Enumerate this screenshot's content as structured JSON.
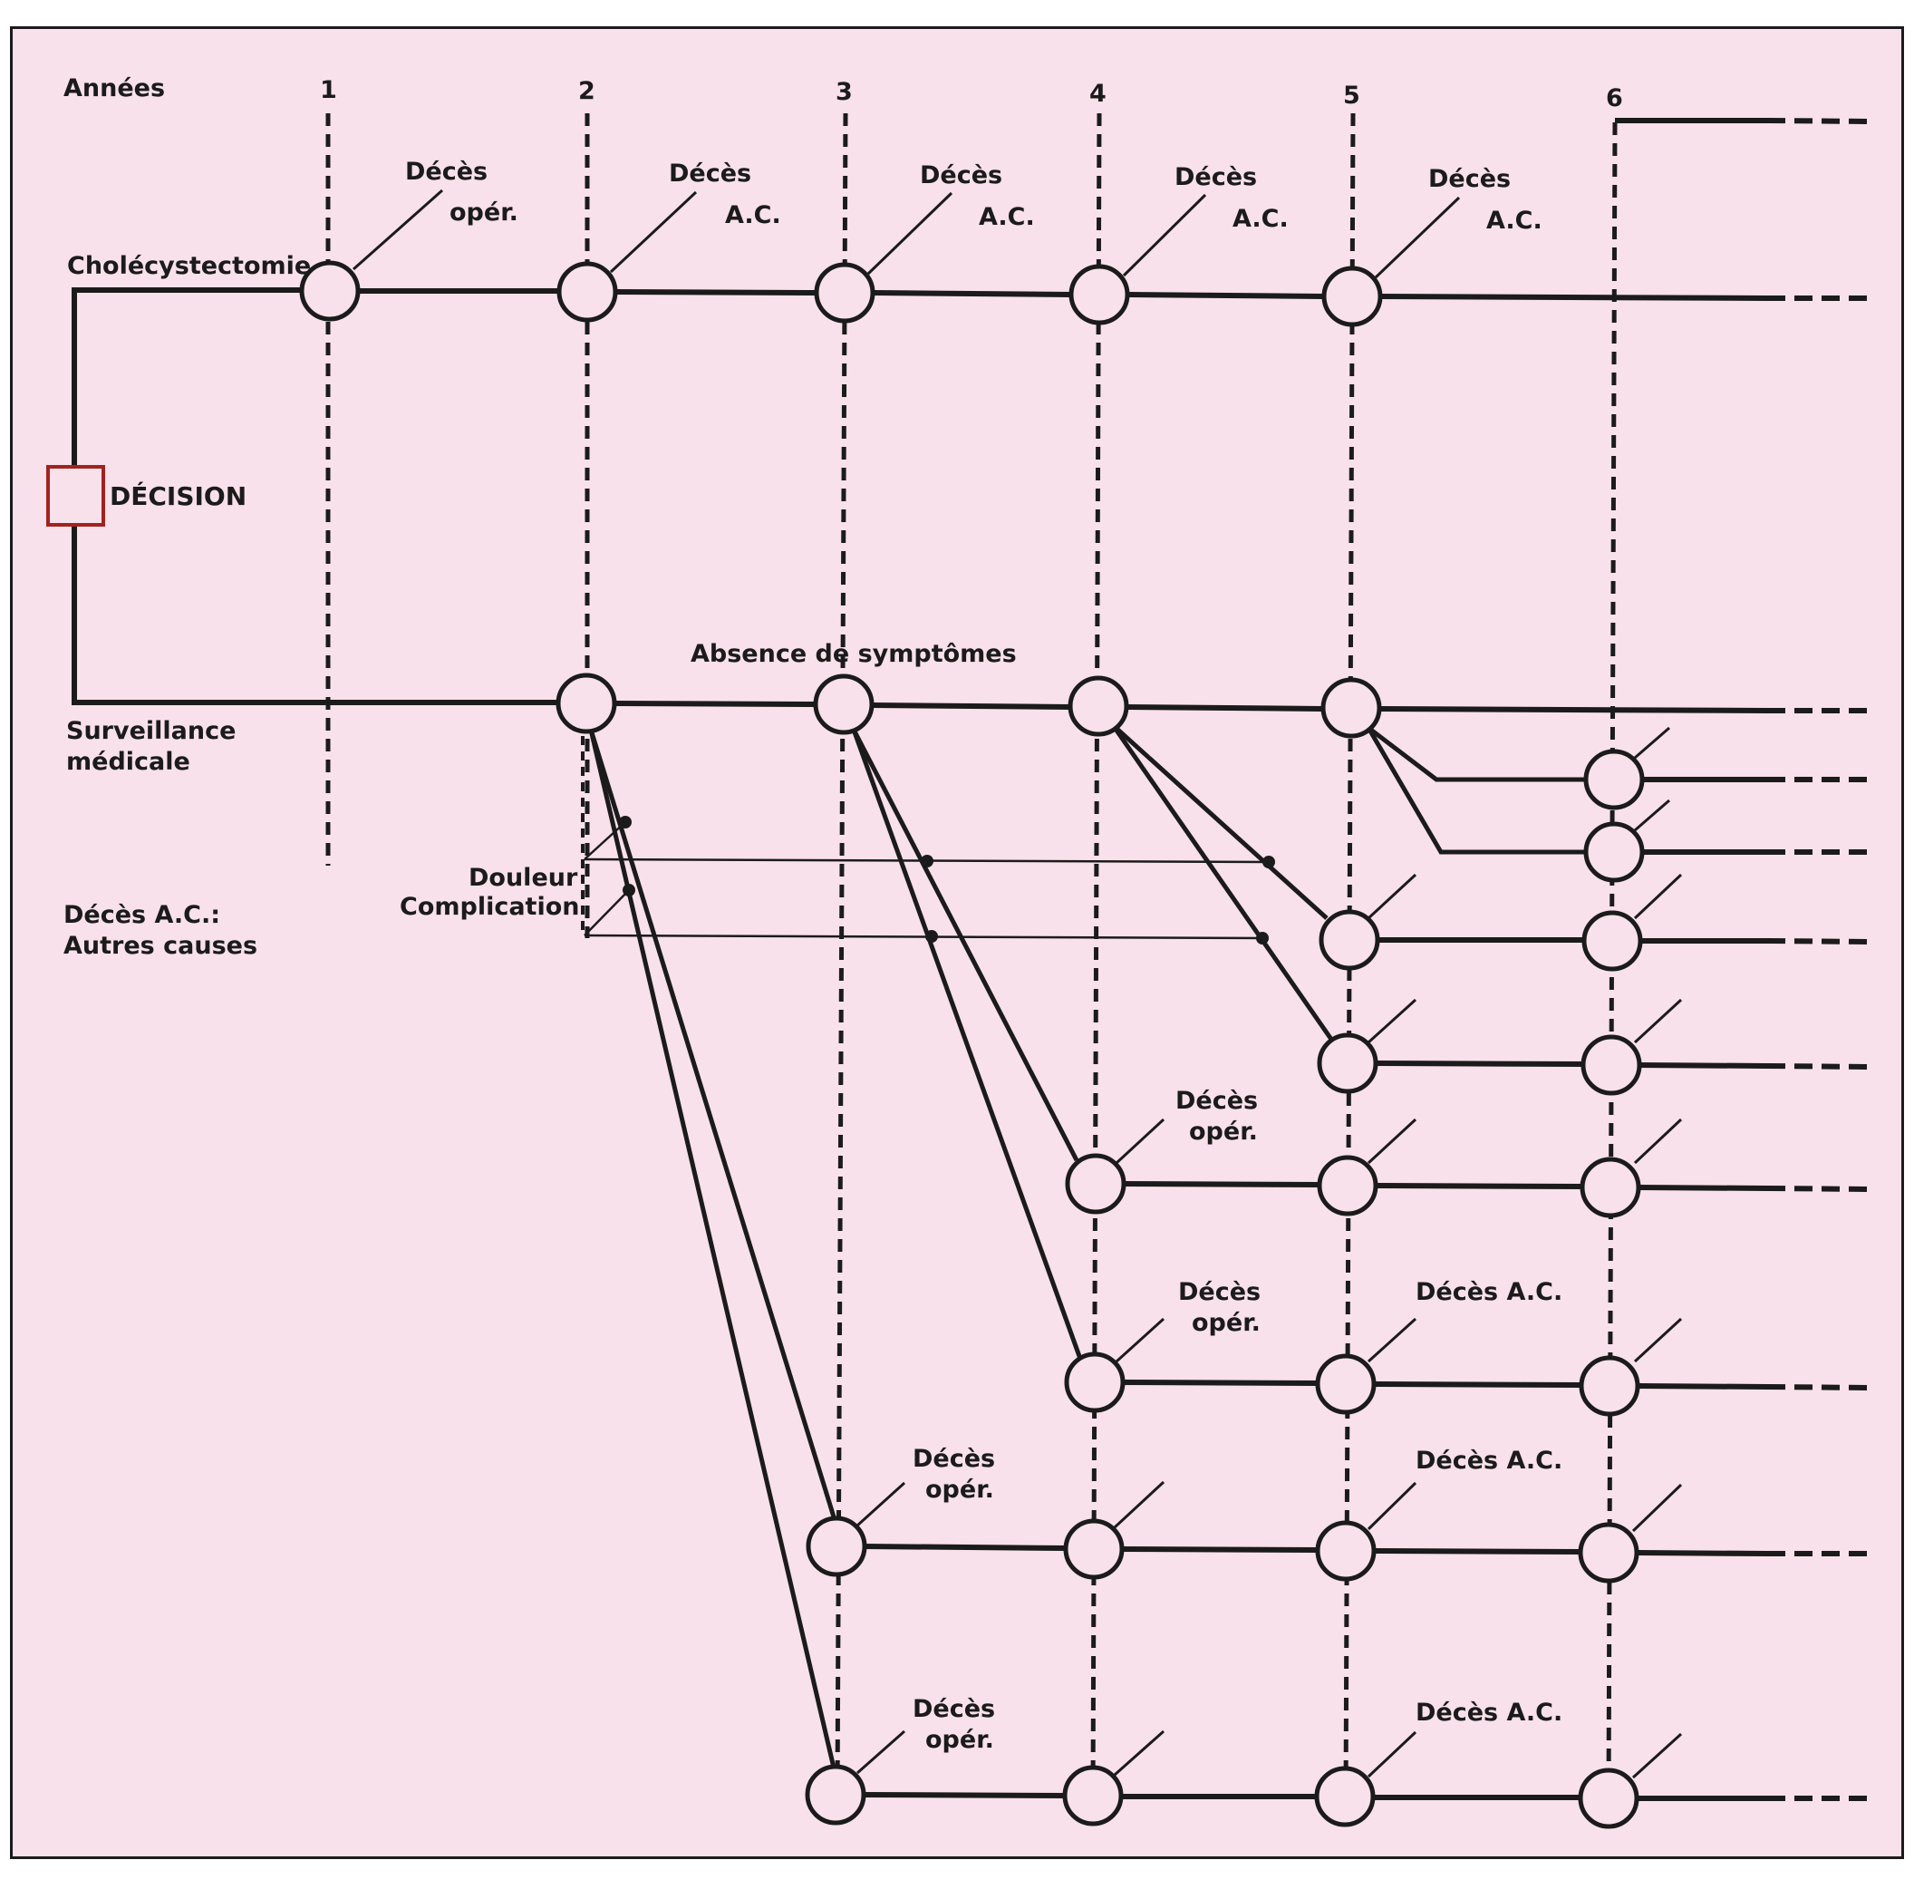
{
  "diagram": {
    "title_years": "Années",
    "years": [
      "1",
      "2",
      "3",
      "4",
      "5",
      "6"
    ],
    "decision_label": "DÉCISION",
    "branch_surgery": "Cholécystectomie",
    "branch_watch_line1": "Surveillance",
    "branch_watch_line2": "médicale",
    "legend_line1": "Décès A.C.:",
    "legend_line2": "Autres causes",
    "pain_line1": "Douleur",
    "pain_line2": "Complication",
    "no_symptoms": "Absence de symptômes",
    "deces": "Décès",
    "oper": "opér.",
    "ac": "A.C.",
    "deces_ac": "Décès A.C.",
    "colors": {
      "background": "#f8e1ea",
      "ink": "#1b1b1b",
      "decision_box": "#a3221f"
    }
  }
}
